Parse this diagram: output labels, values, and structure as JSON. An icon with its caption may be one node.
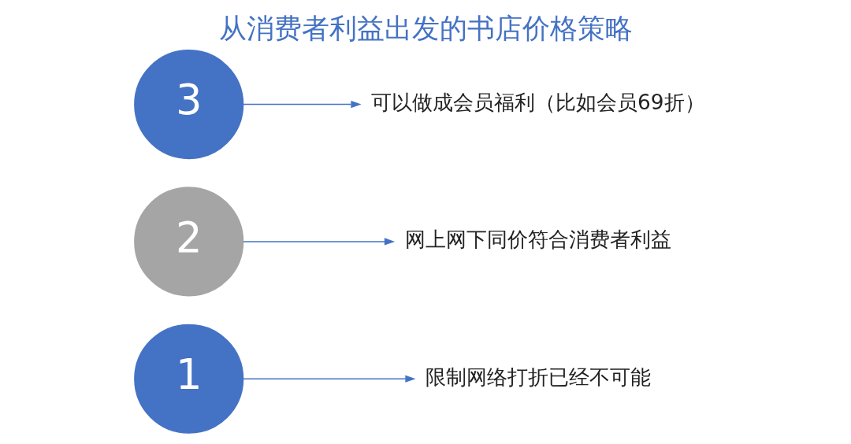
{
  "diagram": {
    "title": "从消费者利益出发的书店价格策略",
    "nodes": [
      {
        "text": [
          "1"
        ]
      },
      {
        "text": [
          "2"
        ]
      },
      {
        "text": [
          "3"
        ]
      },
      {
        "text": [
          "限制网络打折已经不可能"
        ]
      },
      {
        "text": [
          "网上网下同价符合消费者利益"
        ]
      },
      {
        "text": [
          "可以做成会员福利（比如会员69折）"
        ]
      }
    ],
    "edges": [
      {
        "from": 0,
        "to": 3,
        "arrow": "to"
      },
      {
        "from": 1,
        "to": 4,
        "arrow": "to"
      },
      {
        "from": 2,
        "to": 5,
        "arrow": "to"
      }
    ]
  }
}
